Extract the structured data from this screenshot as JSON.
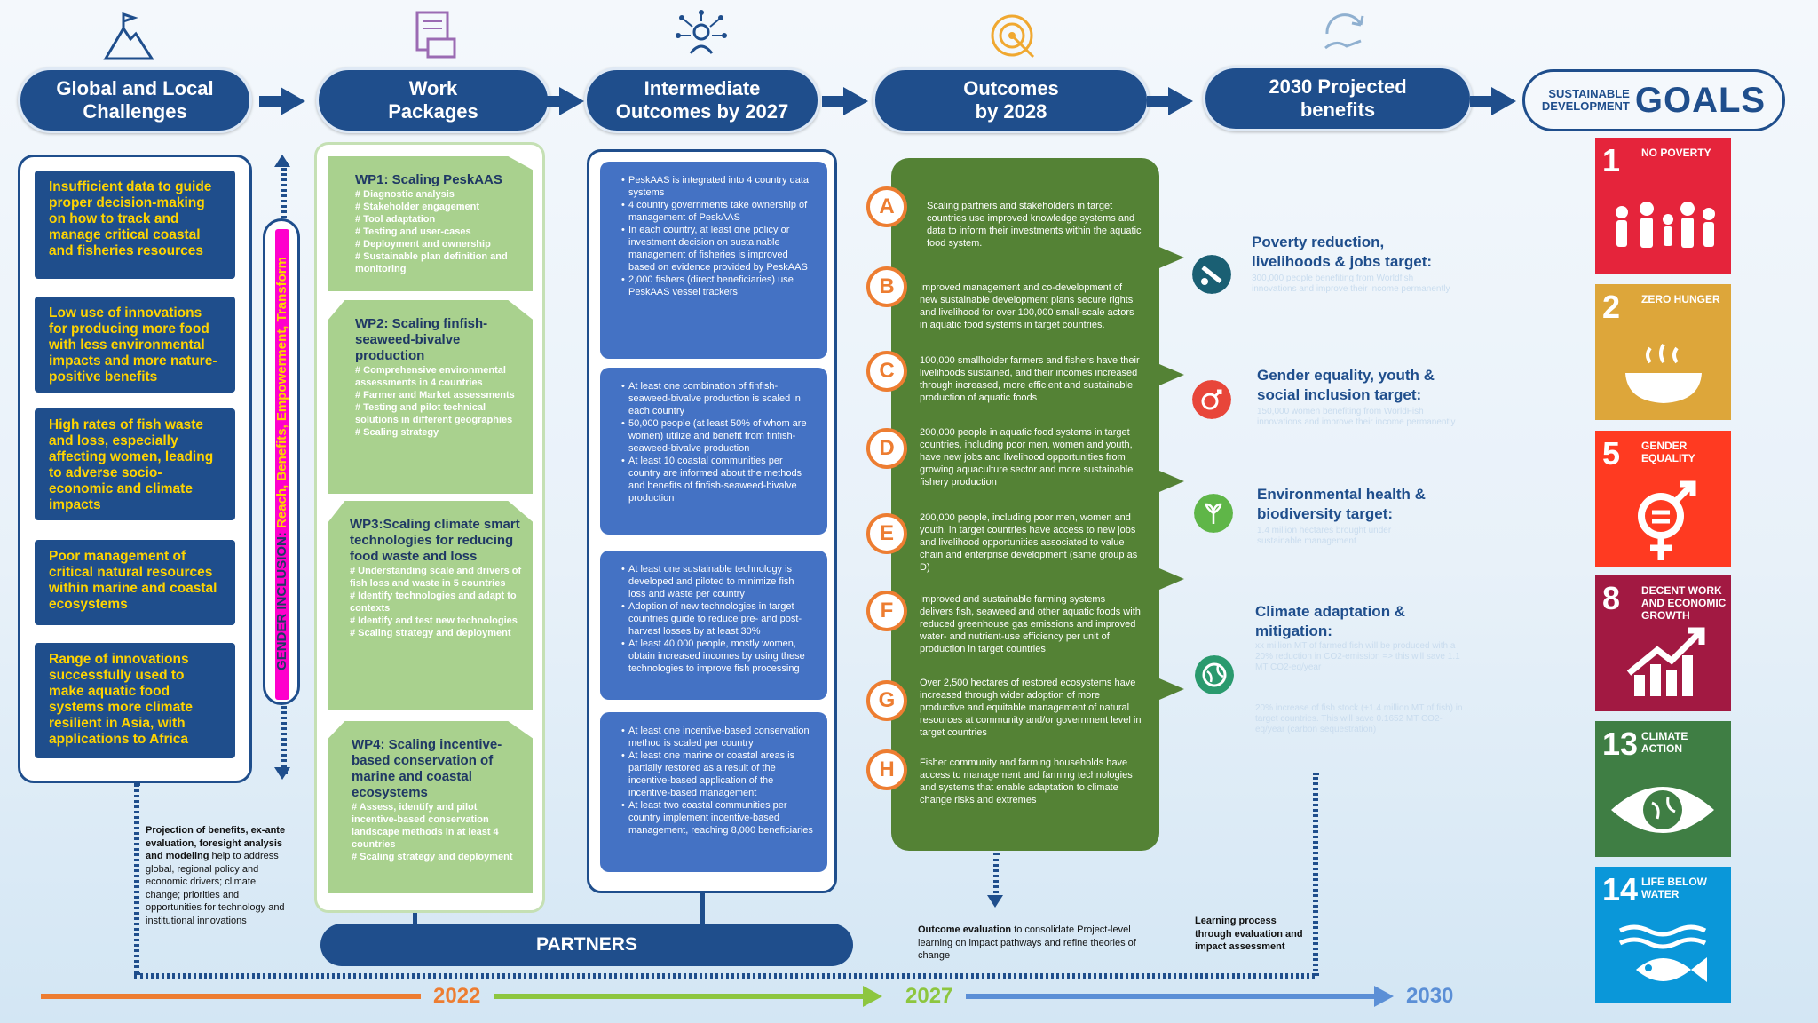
{
  "headers": [
    {
      "line1": "Global and Local",
      "line2": "Challenges"
    },
    {
      "line1": "Work",
      "line2": "Packages"
    },
    {
      "line1": "Intermediate",
      "line2": "Outcomes by 2027"
    },
    {
      "line1": "Outcomes",
      "line2": "by 2028"
    },
    {
      "line1": "2030 Projected",
      "line2": "benefits"
    }
  ],
  "sdg_logo": {
    "small1": "SUSTAINABLE",
    "small2": "DEVELOPMENT",
    "big": "GOALS"
  },
  "challenges": [
    "Insufficient data to guide proper decision-making on how to track and manage critical coastal and fisheries resources",
    "Low use of innovations for producing more food with less environmental impacts and more nature-positive benefits",
    "High rates of fish waste and loss, especially affecting women, leading to adverse socio-economic and climate impacts",
    "Poor management of critical natural resources within marine and coastal ecosystems",
    "Range of innovations successfully used to make aquatic food systems more climate resilient in Asia, with applications to Africa"
  ],
  "gender_bar": {
    "part1": "GENDER INCLUSION: ",
    "part2": "Reach, ",
    "part3": "Benefits, ",
    "part4": "Empowerment, ",
    "part5": "Transform"
  },
  "work_packages": [
    {
      "title": "WP1: Scaling PeskAAS",
      "items": [
        "# Diagnostic analysis",
        "# Stakeholder engagement",
        "# Tool adaptation",
        "# Testing and user-cases",
        "# Deployment and ownership",
        "# Sustainable plan definition and monitoring"
      ]
    },
    {
      "title": "WP2: Scaling finfish-seaweed-bivalve production",
      "items": [
        "# Comprehensive environmental assessments in 4 countries",
        "# Farmer and Market assessments",
        "# Testing and pilot technical solutions in different geographies",
        "# Scaling strategy"
      ]
    },
    {
      "title": "WP3:Scaling climate smart technologies for reducing food waste and loss",
      "items": [
        "# Understanding  scale and drivers of fish loss and waste in 5 countries",
        "# Identify technologies and adapt to contexts",
        "# Identify and test new technologies",
        "# Scaling strategy and deployment"
      ]
    },
    {
      "title": "WP4: Scaling incentive-based conservation of marine and coastal ecosystems",
      "items": [
        "# Assess, identify and pilot incentive-based conservation landscape methods in at least 4 countries",
        "# Scaling strategy and deployment"
      ]
    }
  ],
  "intermediate_outcomes": [
    [
      "PeskAAS is integrated into 4 country data systems",
      "4 country governments take ownership of management of PeskAAS",
      "In each country, at least one policy or investment decision on sustainable management of fisheries is improved based on evidence provided by PeskAAS",
      "2,000 fishers (direct beneficiaries) use PeskAAS vessel trackers"
    ],
    [
      "At least one combination of finfish-seaweed-bivalve production is scaled in each country",
      "50,000 people (at least 50% of whom are women) utilize and benefit from finfish-seaweed-bivalve production",
      "At least 10 coastal communities per country are informed about the methods and benefits of finfish-seaweed-bivalve production"
    ],
    [
      "At least one sustainable technology is developed and piloted to minimize fish loss and waste per country",
      "Adoption of new technologies in target countries guide to reduce pre- and post-harvest losses by at least 30%",
      "At least 40,000 people, mostly women, obtain increased incomes by using these technologies to improve fish processing"
    ],
    [
      "At least one incentive-based conservation method is scaled per country",
      "At least one marine or coastal areas is partially restored as a result of the incentive-based application of the incentive-based management",
      "At least two coastal communities per country implement incentive-based management, reaching 8,000 beneficiaries"
    ]
  ],
  "outcomes": [
    {
      "letter": "A",
      "text": "Scaling partners and stakeholders in target countries use improved knowledge systems and data to inform their investments within the aquatic food system."
    },
    {
      "letter": "B",
      "text": "Improved management and co-development of new sustainable development plans secure rights and livelihood for over 100,000 small-scale actors in aquatic food systems in target countries."
    },
    {
      "letter": "C",
      "text": "100,000  smallholder farmers and fishers have their livelihoods sustained, and their incomes increased through increased, more efficient and sustainable production of aquatic foods"
    },
    {
      "letter": "D",
      "text": "200,000 people in aquatic food systems in target countries, including poor men, women and youth, have new jobs and livelihood opportunities from growing aquaculture sector and more sustainable fishery production"
    },
    {
      "letter": "E",
      "text": "200,000 people, including poor men, women and youth, in target countries have access to new jobs and livelihood opportunities associated to value chain and enterprise development (same group as D)"
    },
    {
      "letter": "F",
      "text": "Improved and sustainable farming systems delivers fish, seaweed and other aquatic foods with reduced greenhouse gas emissions and improved water- and nutrient-use efficiency per unit of production in target countries"
    },
    {
      "letter": "G",
      "text": "Over 2,500 hectares of restored ecosystems have increased through wider adoption of more productive and equitable management of natural resources at community and/or government level in target countries"
    },
    {
      "letter": "H",
      "text": "Fisher community and farming households have access to management and farming technologies and systems that enable adaptation to climate change risks and extremes"
    }
  ],
  "benefits": [
    {
      "title1": "Poverty reduction,",
      "title2": "livelihoods & jobs target:",
      "sub": "300,000 people benefiting from Worldfish innovations and improve their income permanently",
      "color": "#1a5f73"
    },
    {
      "title1": "Gender equality, youth &",
      "title2": "social inclusion target:",
      "sub": "150,000 women benefiting from WorldFish innovations and improve their income permanently",
      "color": "#e8463a"
    },
    {
      "title1": "Environmental health &",
      "title2": "biodiversity target:",
      "sub": "1.4 million hectares brought under sustainable management",
      "color": "#5fb648"
    },
    {
      "title1": "Climate adaptation &",
      "title2": "mitigation:",
      "sub": "xx million MT of farmed fish will be produced with a 20% reduction in CO2-emission => this will save 1.1 MT CO2-eq/year",
      "sub2": "20% increase of fish stock (+1.4 million MT of fish) in target countries. This will save 0.1652 MT CO2-eq/year (carbon sequestration)",
      "color": "#2a9a6e"
    }
  ],
  "sdgs": [
    {
      "num": "1",
      "label": "NO POVERTY",
      "color": "#e5243b"
    },
    {
      "num": "2",
      "label": "ZERO HUNGER",
      "color": "#dda63a"
    },
    {
      "num": "5",
      "label": "GENDER EQUALITY",
      "color": "#ff3a21"
    },
    {
      "num": "8",
      "label": "DECENT WORK AND ECONOMIC GROWTH",
      "color": "#a21942"
    },
    {
      "num": "13",
      "label": "CLIMATE ACTION",
      "color": "#3f7e44"
    },
    {
      "num": "14",
      "label": "LIFE BELOW WATER",
      "color": "#0a97d9"
    }
  ],
  "partners": "PARTNERS",
  "notes": {
    "projection": {
      "bold": "Projection of benefits, ex-ante evaluation, foresight analysis and modeling",
      "rest": " help to address global, regional policy and economic drivers; climate change; priorities and opportunities for technology and institutional innovations"
    },
    "outcome_eval": {
      "bold": "Outcome evaluation",
      "rest": " to consolidate Project-level learning on impact pathways and refine theories of change"
    },
    "learning": "Learning process through evaluation and impact assessment"
  },
  "timeline": [
    "2022",
    "2027",
    "2030"
  ],
  "colors": {
    "navy": "#1f4e8c",
    "green": "#548235",
    "lightgreen": "#a9d18e",
    "blue": "#4472c4",
    "orange": "#ed7d31"
  }
}
